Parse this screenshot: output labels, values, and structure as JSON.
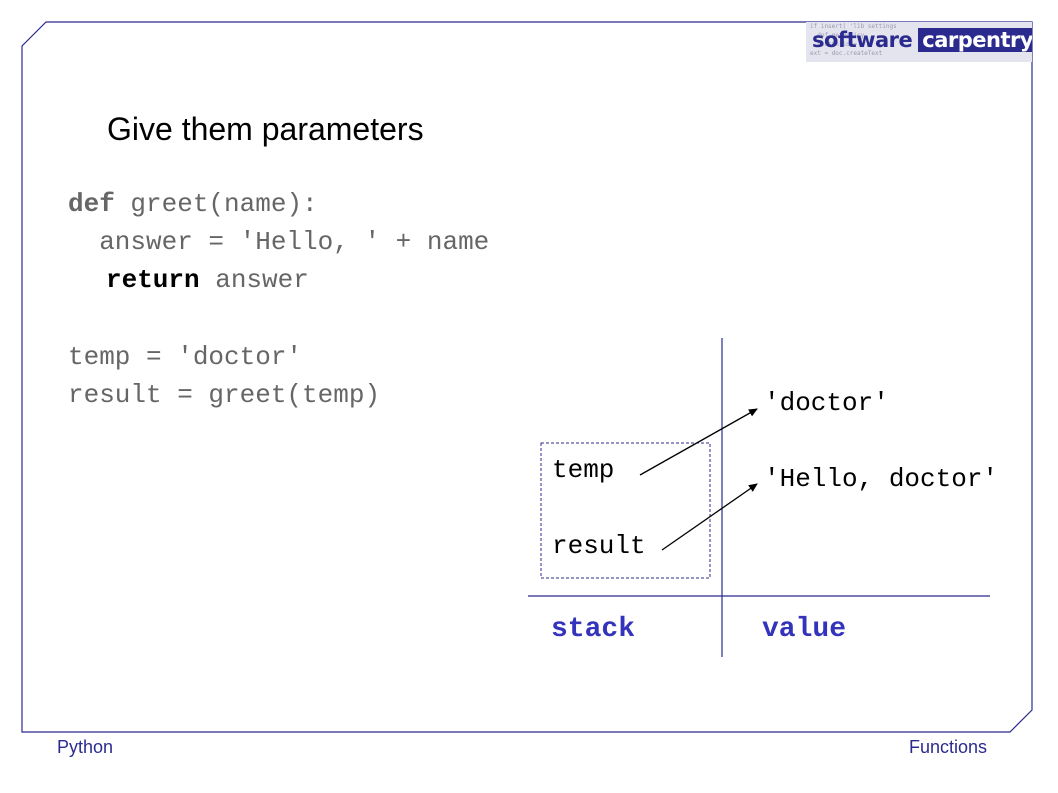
{
  "slide": {
    "title": "Give them parameters",
    "code_lines": {
      "line1_kw": "def",
      "line1_rest": " greet(name):",
      "line2": "  answer = 'Hello, ' + name",
      "line3_kw": "return",
      "line3_rest": " answer",
      "line4": "temp = 'doctor'",
      "line5": "result = greet(temp)"
    }
  },
  "diagram": {
    "stack_vars": [
      "temp",
      "result"
    ],
    "values": [
      "'doctor'",
      "'Hello, doctor'"
    ],
    "stack_label": "stack",
    "value_label": "value"
  },
  "logo": {
    "word1": "software",
    "word2": "carpentry",
    "code_snippet": "if insert( 'lib settings\n  def getPolicy\n  textChild =\next = doc.createText"
  },
  "footer": {
    "left": "Python",
    "right": "Functions"
  },
  "colors": {
    "frame": "#2b2b8f",
    "accent_label": "#3333bb",
    "code_gray": "#666666"
  }
}
